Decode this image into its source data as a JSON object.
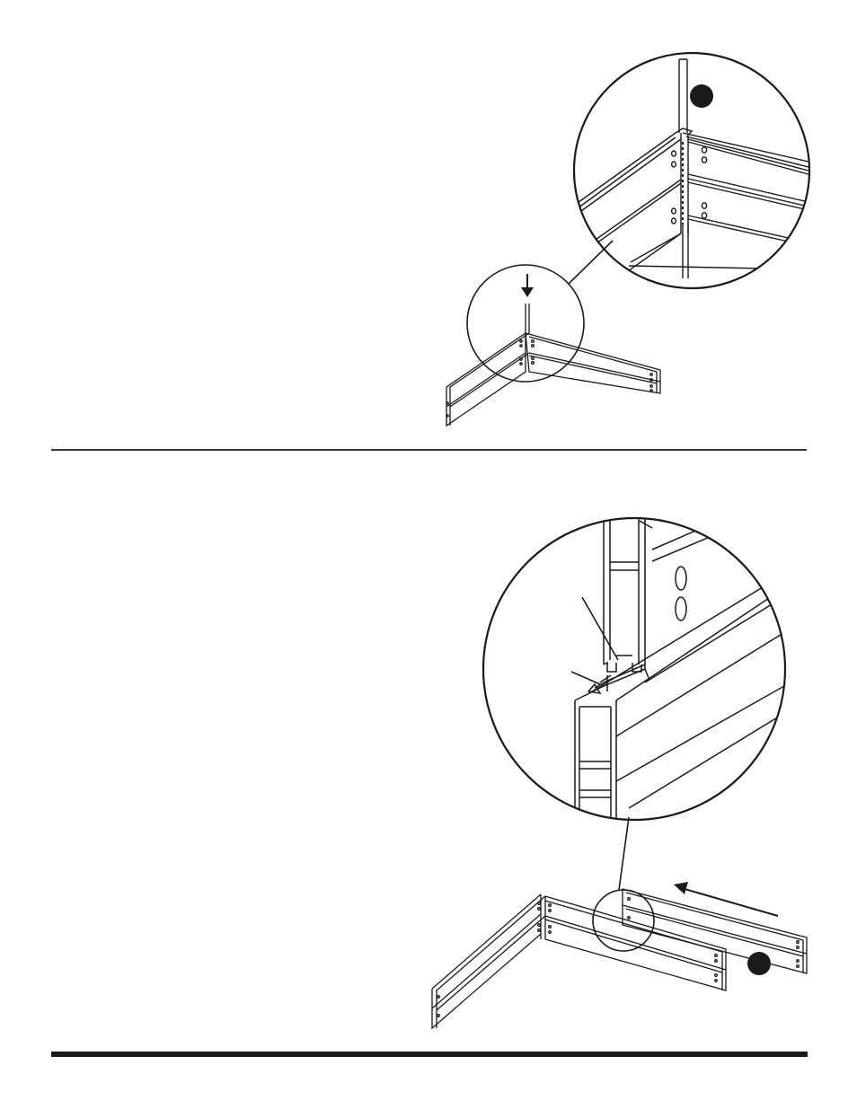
{
  "page": {
    "background": "#ffffff",
    "ink_color": "#1a1a1a"
  },
  "steps": [
    {
      "id": "step-upper",
      "illustration": "corner-post-insertion",
      "callout_count": 1,
      "arrow": "down-arrow-icon"
    },
    {
      "id": "step-lower",
      "illustration": "panel-slide-into-channel",
      "callout_count": 1,
      "arrow": "left-arrow-icon"
    }
  ]
}
